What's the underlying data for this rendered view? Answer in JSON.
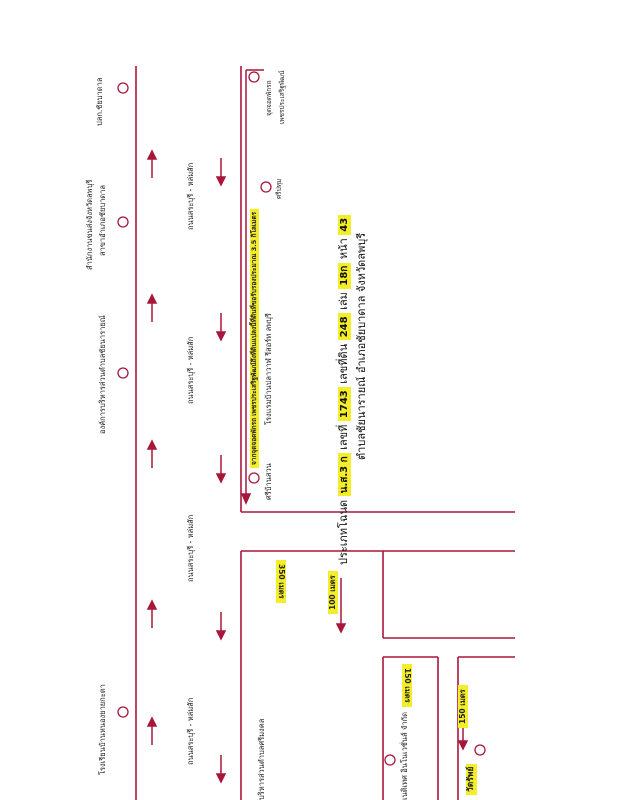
{
  "places": {
    "p1": "ปลก.ชัยบาดาล",
    "p2a": "สำนักงานขนส่งจังหวัดลพบุรี",
    "p2b": "สาขาอำเภอชัยบาดาล",
    "p3": "องค์การบริหารส่วนตำบลชัยนารายณ์",
    "p4": "โรงเรียนบ้านหนองยายกะตา",
    "p5": "บริหารส่วนตำบลศรีมงคล",
    "p6": "เนติเทศ อินโนเวชั่นส์ จำกัด",
    "p7": "ศรีปทุม",
    "p8": "วัดรัพย์",
    "p9": "ศรีบ้านสวน",
    "p10": "โรงแรมบ้านปลาวาฬ รีสอร์ท ลพบุรี",
    "p11a": "จุดจอดพักรถ",
    "p11b": "เพชรประเสริฐพัฒน์"
  },
  "roads": {
    "r1": "ถนนสระบุรี - หล่มสัก",
    "r2": "ถนนสระบุรี - หล่มสัก",
    "r3": "ถนนสระบุรี - หล่มสัก",
    "r4": "ถนนสระบุรี - หล่มสัก"
  },
  "highlight_label": "จากจุดจอดพักรถ เพชรประเสริฐพัฒน์ถึงที่ดินแปลงนี้ที่ดินที่ขอรับรองประมาณ 3.5 กิโลเมตร",
  "distances": {
    "d350": "350 เมตร",
    "d100": "100 เมตร",
    "d150a": "150 เมตร",
    "d150b": "150 เมตร"
  },
  "deed": {
    "type_label": "ประเภทโฉนด",
    "type_value": "น.ส.3 ก",
    "no_label": "เลขที่",
    "no_value": "1743",
    "land_label": "เลขที่ดิน",
    "land_value": "248",
    "book_label": "เล่ม",
    "book_value": "18ก",
    "page_label": "หน้า",
    "page_value": "43",
    "location": "ตำบลชัยนารายณ์  อำเภอชัยบาดาล  จังหวัดลพบุรี"
  },
  "colors": {
    "road": "#a8163a",
    "highlight": "#f4ee2a"
  }
}
